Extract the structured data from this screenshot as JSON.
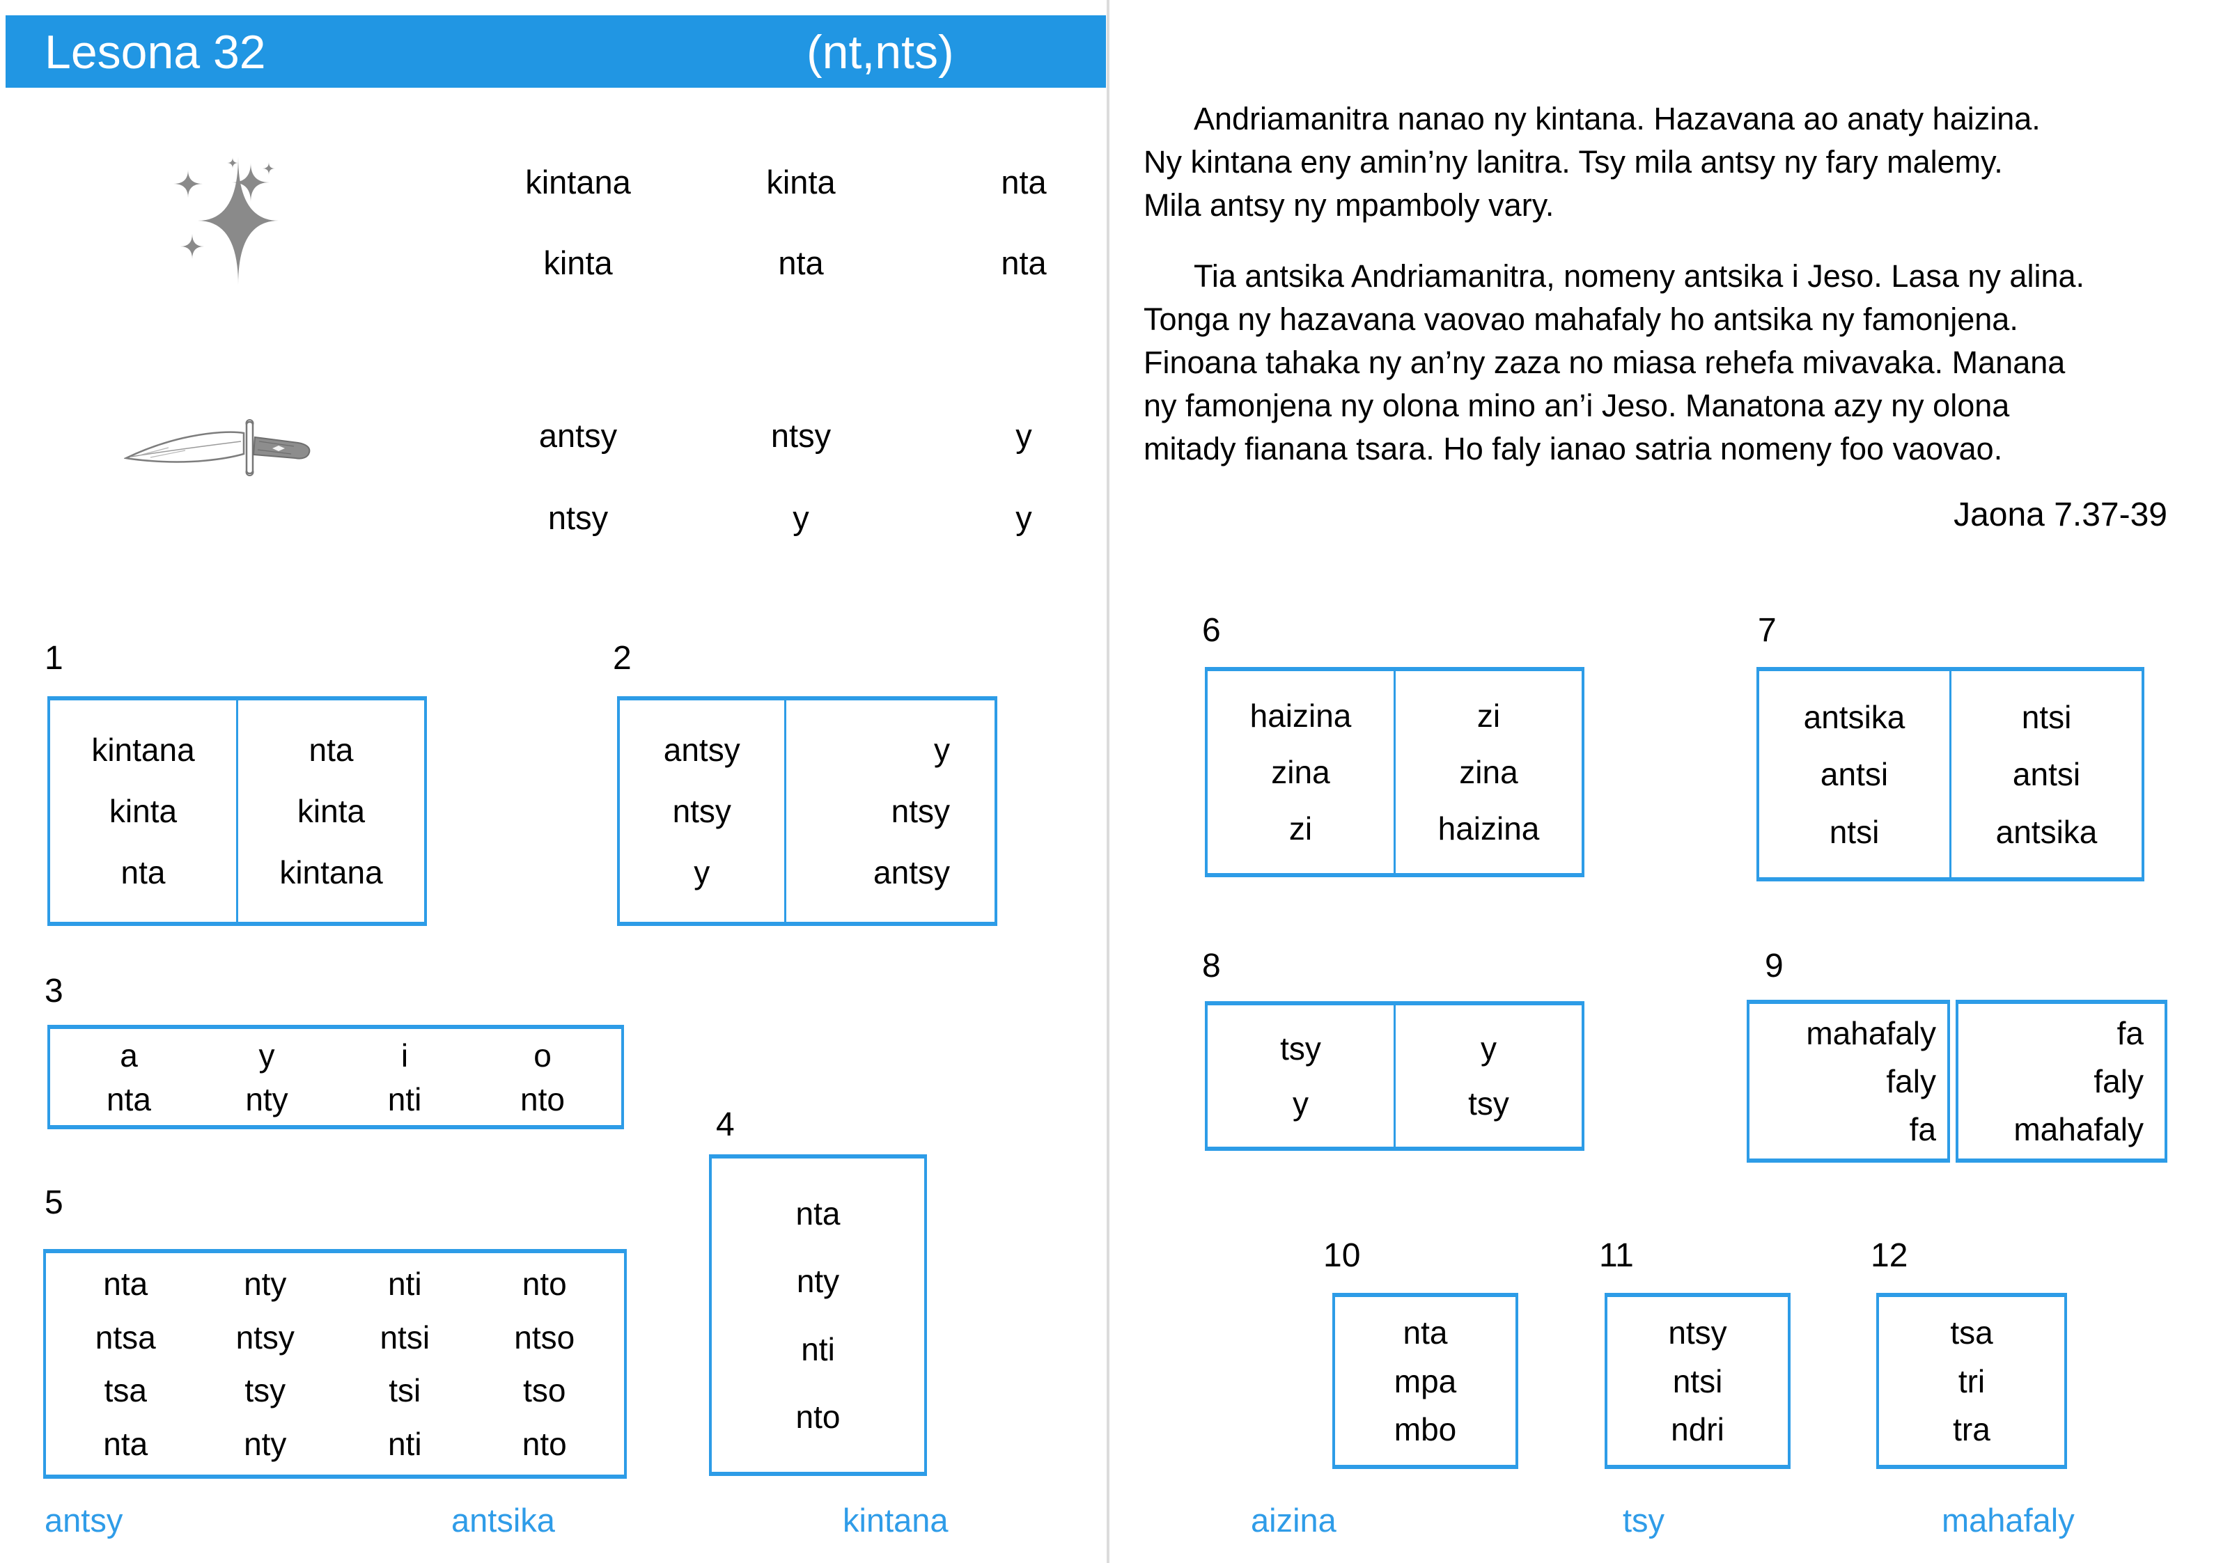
{
  "header": {
    "title": "Lesona 32",
    "tag": "(nt,nts)"
  },
  "icons": {
    "star": "sparkle-stars-icon",
    "knife": "knife-icon"
  },
  "colors": {
    "accent_blue": "#2196e3",
    "box_border_blue": "#2d9ce7",
    "label_blue": "#2f9ce8",
    "icon_gray": "#8a8a8a",
    "divider_gray": "#dcdcdc"
  },
  "word_grid": {
    "rows": [
      [
        "kintana",
        "kinta",
        "nta"
      ],
      [
        "kinta",
        "nta",
        "nta"
      ],
      [
        "antsy",
        "ntsy",
        "y"
      ],
      [
        "ntsy",
        "y",
        "y"
      ]
    ]
  },
  "reading": {
    "paragraph1": "Andriamanitra nanao ny kintana. Hazavana ao anaty haizina.\nNy kintana eny amin’ny lanitra. Tsy mila antsy ny fary malemy.\nMila antsy ny mpamboly vary.",
    "paragraph2": "Tia antsika Andriamanitra, nomeny antsika i Jeso. Lasa ny alina.\nTonga ny hazavana vaovao mahafaly ho antsika ny famonjena.\nFinoana tahaka ny an’ny zaza no miasa rehefa mivavaka. Manana\nny famonjena ny olona mino an’i Jeso. Manatona azy ny olona\nmitady fianana tsara. Ho faly ianao satria nomeny foo vaovao.",
    "reference": "Jaona 7.37-39"
  },
  "exercises": {
    "box1": {
      "num": "1",
      "left": [
        "kintana",
        "kinta",
        "nta"
      ],
      "right": [
        "nta",
        "kinta",
        "kintana"
      ]
    },
    "box2": {
      "num": "2",
      "left": [
        "antsy",
        "ntsy",
        "y"
      ],
      "right": [
        "y",
        "ntsy",
        "antsy"
      ]
    },
    "box3": {
      "num": "3",
      "row1": [
        "a",
        "y",
        "i",
        "o"
      ],
      "row2": [
        "nta",
        "nty",
        "nti",
        "nto"
      ]
    },
    "box4": {
      "num": "4",
      "items": [
        "nta",
        "nty",
        "nti",
        "nto"
      ]
    },
    "box5": {
      "num": "5",
      "rows": [
        [
          "nta",
          "nty",
          "nti",
          "nto"
        ],
        [
          "ntsa",
          "ntsy",
          "ntsi",
          "ntso"
        ],
        [
          "tsa",
          "tsy",
          "tsi",
          "tso"
        ],
        [
          "nta",
          "nty",
          "nti",
          "nto"
        ]
      ]
    },
    "box6": {
      "num": "6",
      "left": [
        "haizina",
        "zina",
        "zi"
      ],
      "right": [
        "zi",
        "zina",
        "haizina"
      ]
    },
    "box7": {
      "num": "7",
      "left": [
        "antsika",
        "antsi",
        "ntsi"
      ],
      "right": [
        "ntsi",
        "antsi",
        "antsika"
      ]
    },
    "box8": {
      "num": "8",
      "left": [
        "tsy",
        "y"
      ],
      "right": [
        "y",
        "tsy"
      ]
    },
    "box9": {
      "num": "9",
      "left": [
        "mahafaly",
        "faly",
        "fa"
      ],
      "right": [
        "fa",
        "faly",
        "mahafaly"
      ]
    },
    "box10": {
      "num": "10",
      "items": [
        "nta",
        "mpa",
        "mbo"
      ]
    },
    "box11": {
      "num": "11",
      "items": [
        "ntsy",
        "ntsi",
        "ndri"
      ]
    },
    "box12": {
      "num": "12",
      "items": [
        "tsa",
        "tri",
        "tra"
      ]
    }
  },
  "answers": {
    "left": [
      "antsy",
      "antsika",
      "kintana"
    ],
    "right": [
      "aizina",
      "tsy",
      "mahafaly"
    ]
  }
}
